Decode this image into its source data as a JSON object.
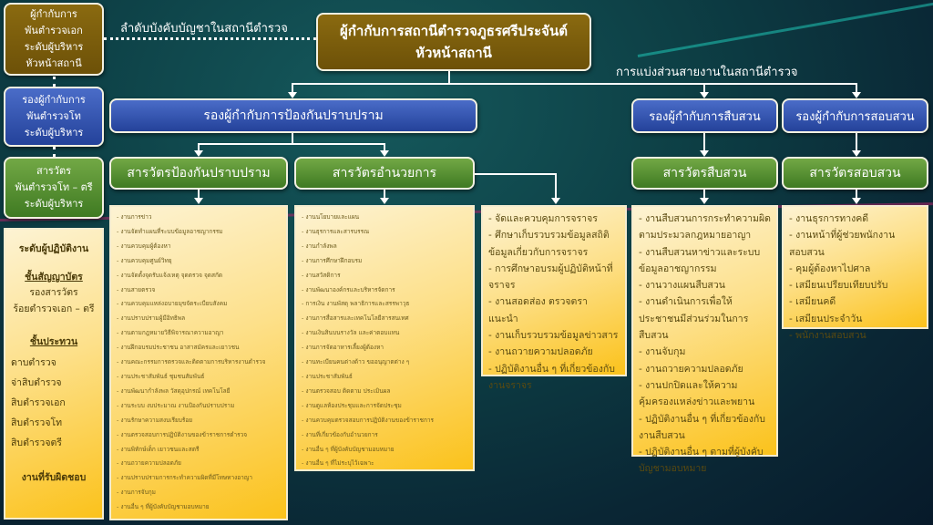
{
  "legend": {
    "level1": [
      "ผู้กำกับการ",
      "พันตำรวจเอก",
      "ระดับผู้บริหาร",
      "หัวหน้าสถานี"
    ],
    "level2": [
      "รองผู้กำกับการ",
      "พันตำรวจโท",
      "ระดับผู้บริหาร"
    ],
    "level3": [
      "สารวัตร",
      "พันตำรวจโท – ตรี",
      "ระดับผู้บริหาร"
    ],
    "level4": {
      "title": "ระดับผู้ปฏิบัติงาน",
      "commissioned_heading": "ชั้นสัญญาบัตร",
      "commissioned": [
        "รองสารวัตร",
        "ร้อยตำรวจเอก – ตรี"
      ],
      "noncom_heading": "ชั้นประทวน",
      "noncom": [
        "ดาบตำรวจ",
        "จ่าสิบตำรวจ",
        "สิบตำรวจเอก",
        "สิบตำรวจโท",
        "สิบตำรวจตรี"
      ],
      "duties": "งานที่รับผิดชอบ"
    }
  },
  "chain_label": "ลำดับบังคับบัญชาในสถานีตำรวจ",
  "division_label": "การแบ่งส่วนสายงานในสถานีตำรวจ",
  "head": [
    "ผู้กำกับการสถานีตำรวจภูธรศรีประจันต์",
    "หัวหน้าสถานี"
  ],
  "deputies": [
    "รองผู้กำกับการป้องกันปราบปราม",
    "รองผู้กำกับการสืบสวน",
    "รองผู้กำกับการสอบสวน"
  ],
  "inspectors": [
    "สารวัตรป้องกันปราบปราม",
    "สารวัตรอำนวยการ",
    "สารวัตรสืบสวน",
    "สารวัตรสอบสวน"
  ],
  "lists": {
    "prevention": [
      "งานการข่าว",
      "งานจัดทำแผนที่ระบบข้อมูลอาชญากรรม",
      "งานควบคุมผู้ต้องหา",
      "งานควบคุมศูนย์วิทยุ",
      "งานจัดตั้งจุดรับแจ้งเหตุ จุดตรวจ จุดสกัด",
      "งานสายตรวจ",
      "งานควบคุมแหล่งอบายมุขจัดระเบียบสังคม",
      "งานปราบปรามผู้มีอิทธิพล",
      "งานตามกฎหมายวิธีพิจารณาความอาญา",
      "งานฝึกอบรมประชาชน อาสาสมัครและเยาวชน",
      "งานคณะกรรมการตรวจและติดตามการบริหารงานตำรวจ",
      "งานประชาสัมพันธ์ ชุมชนสัมพันธ์",
      "งานพัฒนากำลังพล วัสดุอุปกรณ์ เทคโนโลยี",
      "งานระบบ งบประมาณ งานป้องกันปราบปราม",
      "งานรักษาความสงบเรียบร้อย",
      "งานตรวจสอบการปฏิบัติงานของข้าราชการตำรวจ",
      "งานพิทักษ์เด็ก เยาวชนและสตรี",
      "งานถวายความปลอดภัย",
      "งานปราบปรามการกระทำความผิดที่มีโทษทางอาญา",
      "งานการจับกุม",
      "งานอื่น ๆ ที่ผู้บังคับบัญชามอบหมาย"
    ],
    "admin": [
      "งานนโยบายและแผน",
      "งานธุรการและสารบรรณ",
      "งานกำลังพล",
      "งานการศึกษาฝึกอบรม",
      "งานสวัสดิการ",
      "งานพัฒนาองค์กรและบริหารจัดการ",
      "การเงิน งานพัสดุ พลาธิการและสรรพาวุธ",
      "งานการสื่อสารและเทคโนโลยีสารสนเทศ",
      "งานเงินสินบนรางวัล และค่าตอบแทน",
      "งานการจัดอาหารเลี้ยงผู้ต้องหา",
      "งานทะเบียนคนต่างด้าว ขออนุญาตต่าง ๆ",
      "งานประชาสัมพันธ์",
      "งานตรวจสอบ ติดตาม ประเมินผล",
      "งานดูแลห้องประชุมและการจัดประชุม",
      "งานควบคุมตรวจสอบการปฏิบัติงานของข้าราชการ",
      "งานที่เกี่ยวข้องกับอำนวยการ",
      "งานอื่น ๆ ที่ผู้บังคับบัญชามอบหมาย",
      "งานอื่น ๆ ที่ไม่ระบุไว้เฉพาะ"
    ],
    "traffic": [
      "จัดและควบคุมการจราจร",
      "ศึกษาเก็บรวบรวมข้อมูลสถิติข้อมูลเกี่ยวกับการจราจร",
      "การศึกษาอบรมผู้ปฏิบัติหน้าที่จราจร",
      "งานสอดส่อง ตรวจตรา แนะนำ",
      "งานเก็บรวบรวมข้อมูลข่าวสาร",
      "งานถวายความปลอดภัย",
      "ปฏิบัติงานอื่น ๆ ที่เกี่ยวข้องกับงานจราจร"
    ],
    "investigation": [
      "งานสืบสวนการกระทำความผิดตามประมวลกฎหมายอาญา",
      "งานสืบสวนหาข่าวและระบบข้อมูลอาชญากรรม",
      "งานวางแผนสืบสวน",
      "งานดำเนินการเพื่อให้ประชาชนมีส่วนร่วมในการสืบสวน",
      "งานจับกุม",
      "งานถวายความปลอดภัย",
      "งานปกปิดและให้ความคุ้มครองแหล่งข่าวและพยาน",
      "ปฏิบัติงานอื่น ๆ ที่เกี่ยวข้องกับงานสืบสวน",
      "ปฏิบัติงานอื่น ๆ ตามที่ผู้บังคับบัญชามอบหมาย"
    ],
    "inquiry": [
      "งานธุรการทางคดี",
      "งานหน้าที่ผู้ช่วยพนักงานสอบสวน",
      "คุมผู้ต้องหาไปศาล",
      "เสมียนเปรียบเทียบปรับ",
      "เสมียนคดี",
      "เสมียนประจำวัน",
      "พนักงานสอบสวน"
    ]
  }
}
